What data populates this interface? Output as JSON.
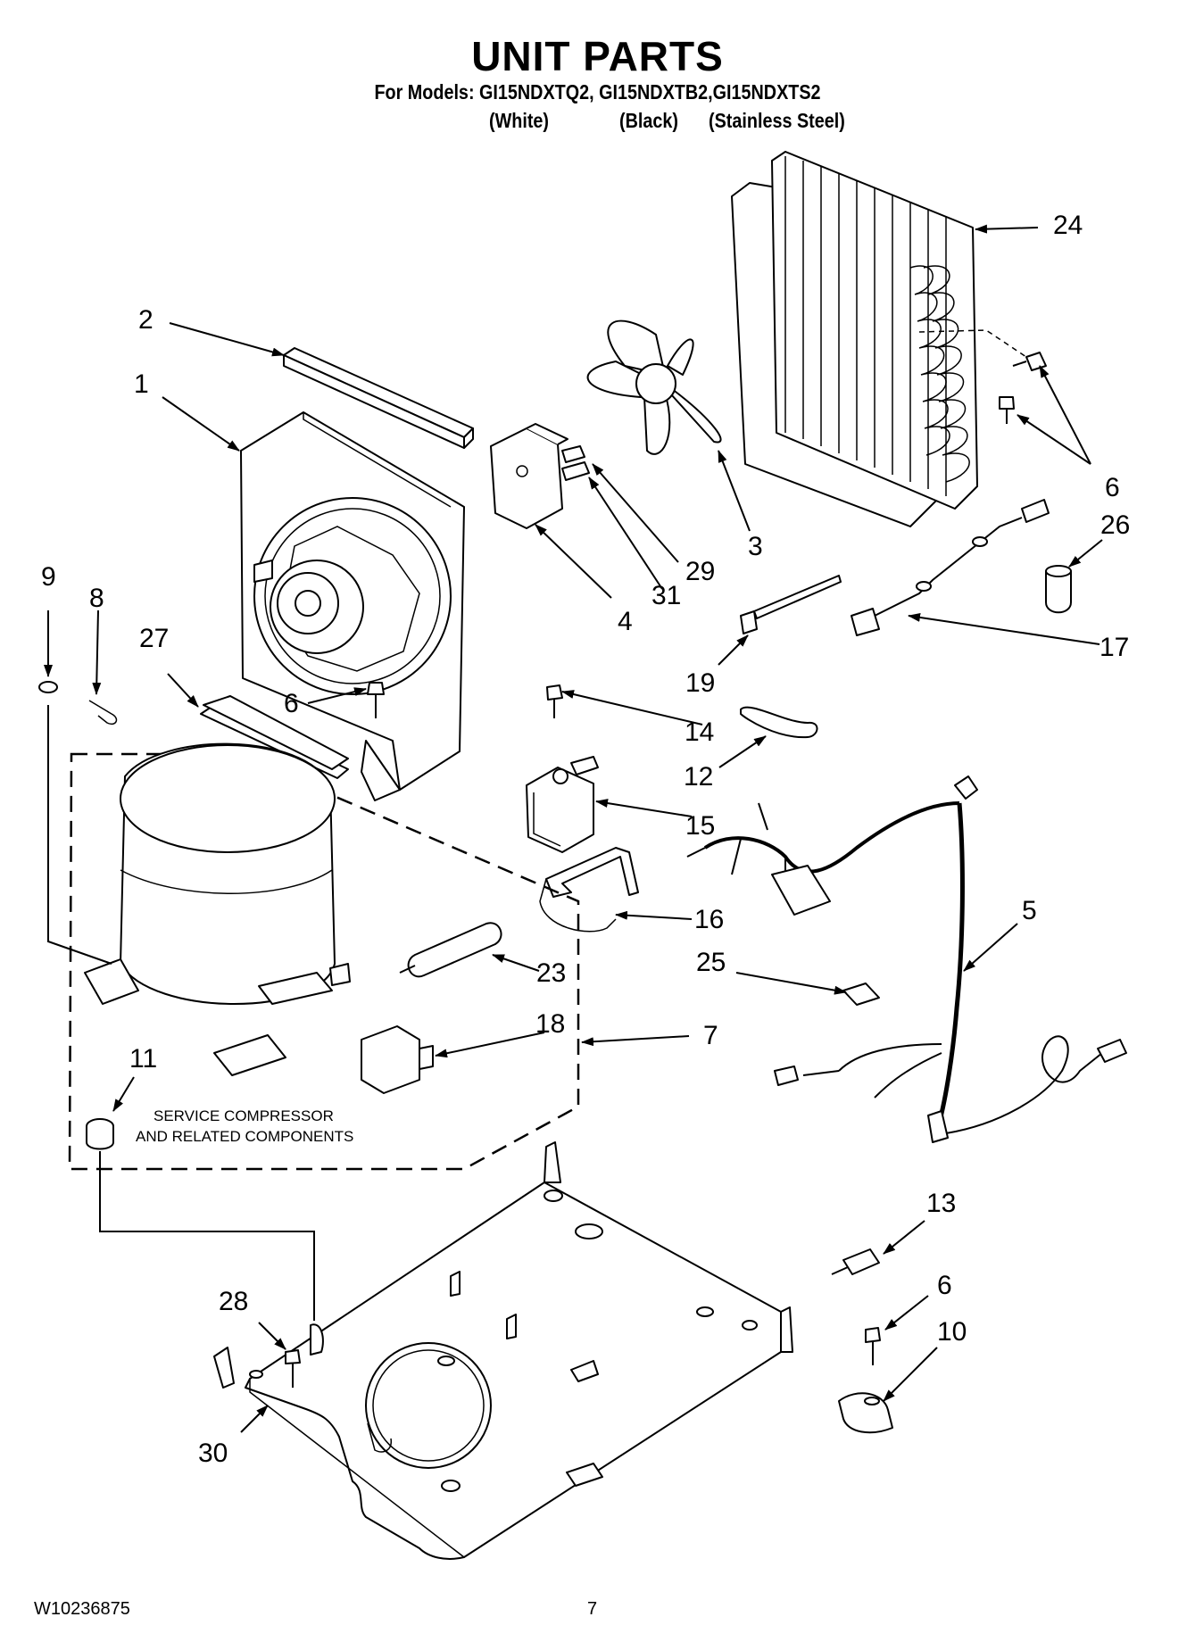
{
  "header": {
    "title": "UNIT PARTS",
    "models": "For Models: GI15NDXTQ2, GI15NDXTB2,GI15NDXTS2",
    "variants": [
      "(White)",
      "(Black)",
      "(Stainless Steel)"
    ]
  },
  "callouts": {
    "c1": "1",
    "c2": "2",
    "c3": "3",
    "c4": "4",
    "c5": "5",
    "c6a": "6",
    "c6b": "6",
    "c6c": "6",
    "c7": "7",
    "c8": "8",
    "c9": "9",
    "c10": "10",
    "c11": "11",
    "c12": "12",
    "c13": "13",
    "c14": "14",
    "c15": "15",
    "c16": "16",
    "c17": "17",
    "c18": "18",
    "c19": "19",
    "c23": "23",
    "c24": "24",
    "c25": "25",
    "c26": "26",
    "c27": "27",
    "c28": "28",
    "c29": "29",
    "c30": "30",
    "c31": "31"
  },
  "service_note": {
    "line1": "SERVICE COMPRESSOR",
    "line2": "AND RELATED COMPONENTS"
  },
  "footer": {
    "doc_number": "W10236875",
    "page_number": "7"
  }
}
